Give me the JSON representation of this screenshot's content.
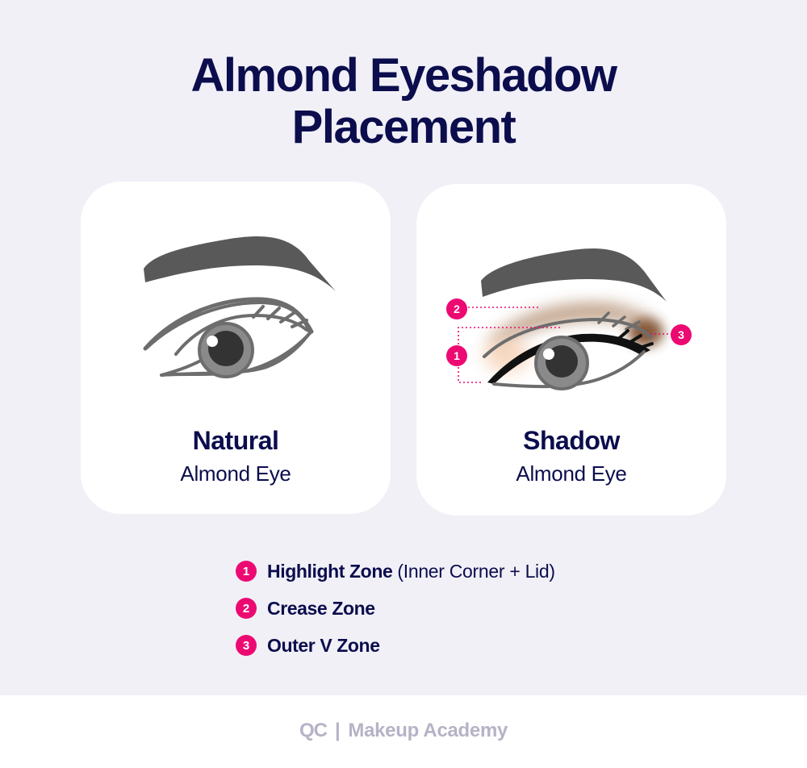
{
  "title": {
    "line1": "Almond Eyeshadow",
    "line2": "Placement"
  },
  "cards": [
    {
      "title": "Natural",
      "subtitle": "Almond Eye"
    },
    {
      "title": "Shadow",
      "subtitle": "Almond Eye"
    }
  ],
  "markers": [
    "1",
    "2",
    "3"
  ],
  "legend": [
    {
      "num": "1",
      "label": "Highlight Zone",
      "note": "(Inner Corner + Lid)"
    },
    {
      "num": "2",
      "label": "Crease Zone",
      "note": ""
    },
    {
      "num": "3",
      "label": "Outer V Zone",
      "note": ""
    }
  ],
  "footer": {
    "logo": "QC",
    "separator": "|",
    "brand": "Makeup Academy"
  },
  "colors": {
    "background": "#f1f0f7",
    "title": "#0b0d4d",
    "accent_pink": "#ec0a72",
    "brow_grey": "#595959",
    "eye_grey": "#6d6d6d",
    "shadow_brown": "#8a5a37",
    "footer_text": "#b5b3c6"
  }
}
